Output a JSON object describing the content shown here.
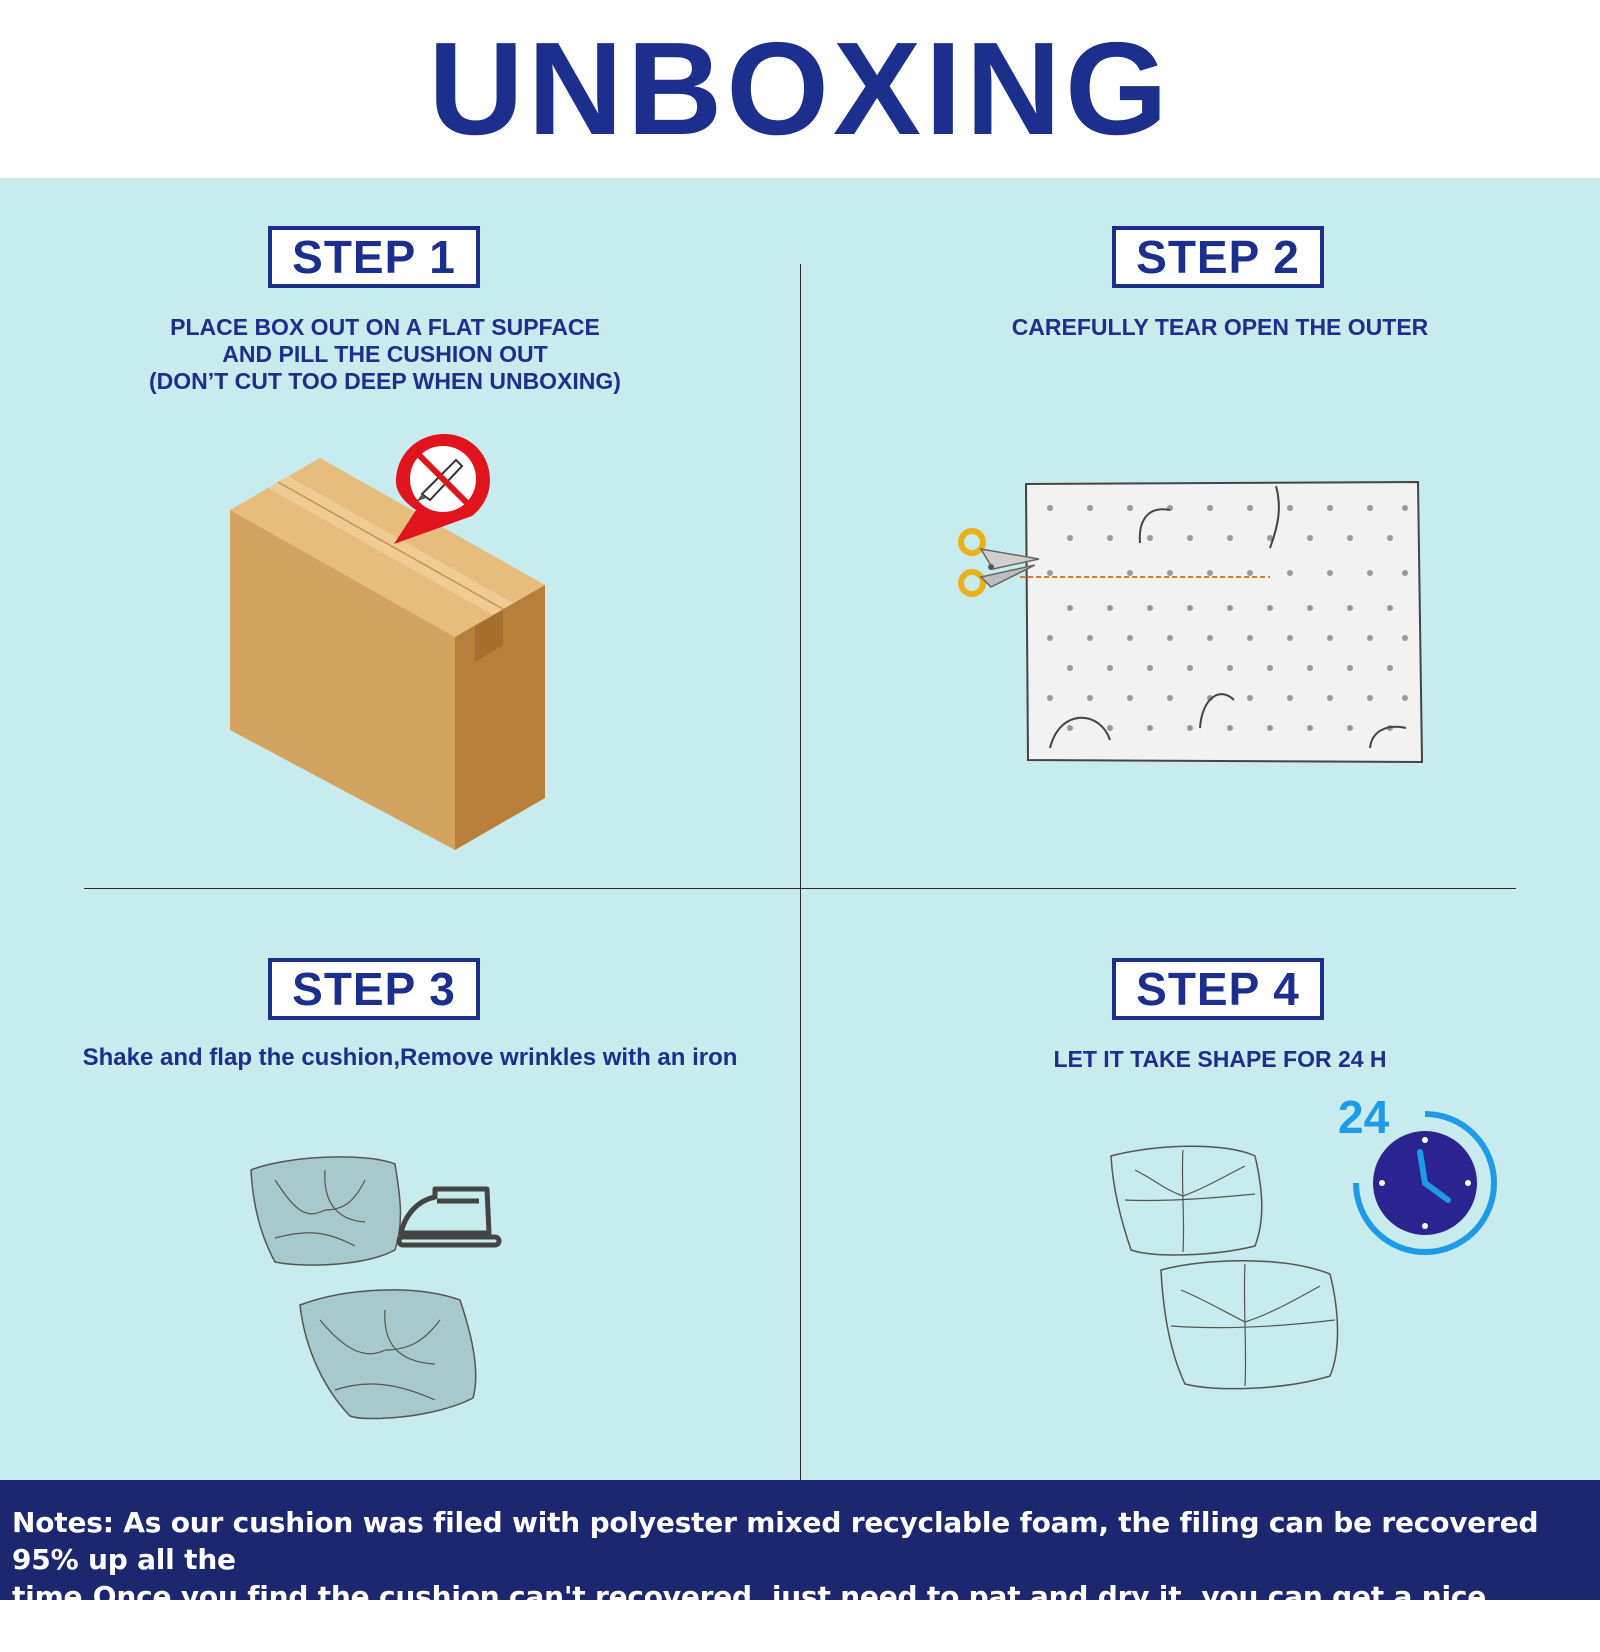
{
  "header": {
    "title": "UNBOXING"
  },
  "steps": [
    {
      "label": "STEP 1",
      "lines": [
        "PLACE BOX OUT ON A FLAT SUPFACE",
        "AND PILL THE CUSHION OUT",
        "(DON’T CUT TOO DEEP WHEN UNBOXING)"
      ]
    },
    {
      "label": "STEP 2",
      "lines": [
        "CAREFULLY TEAR OPEN THE OUTER"
      ]
    },
    {
      "label": "STEP 3",
      "lines": [
        "Shake and flap the cushion,Remove wrinkles with an iron"
      ]
    },
    {
      "label": "STEP 4",
      "lines": [
        "LET IT TAKE SHAPE FOR 24 H"
      ]
    }
  ],
  "clock": {
    "hours_label": "24"
  },
  "footer": {
    "note_line1": "Notes: As our cushion was filed with polyester mixed recyclable foam, the filing can be recovered 95% up all the",
    "note_line2": "time.Once you find the cushion can't recovered, just need to pat and dry it, you can get a nice cushion again!"
  },
  "colors": {
    "brand_blue": "#1c2f8c",
    "panel_bg": "#c8ebed",
    "footer_bg": "#1d2770",
    "warning_red": "#e0141c",
    "clock_blue": "#1e9be8"
  },
  "icons": [
    "no-knife-icon",
    "scissors-icon",
    "iron-icon",
    "clock-icon"
  ]
}
